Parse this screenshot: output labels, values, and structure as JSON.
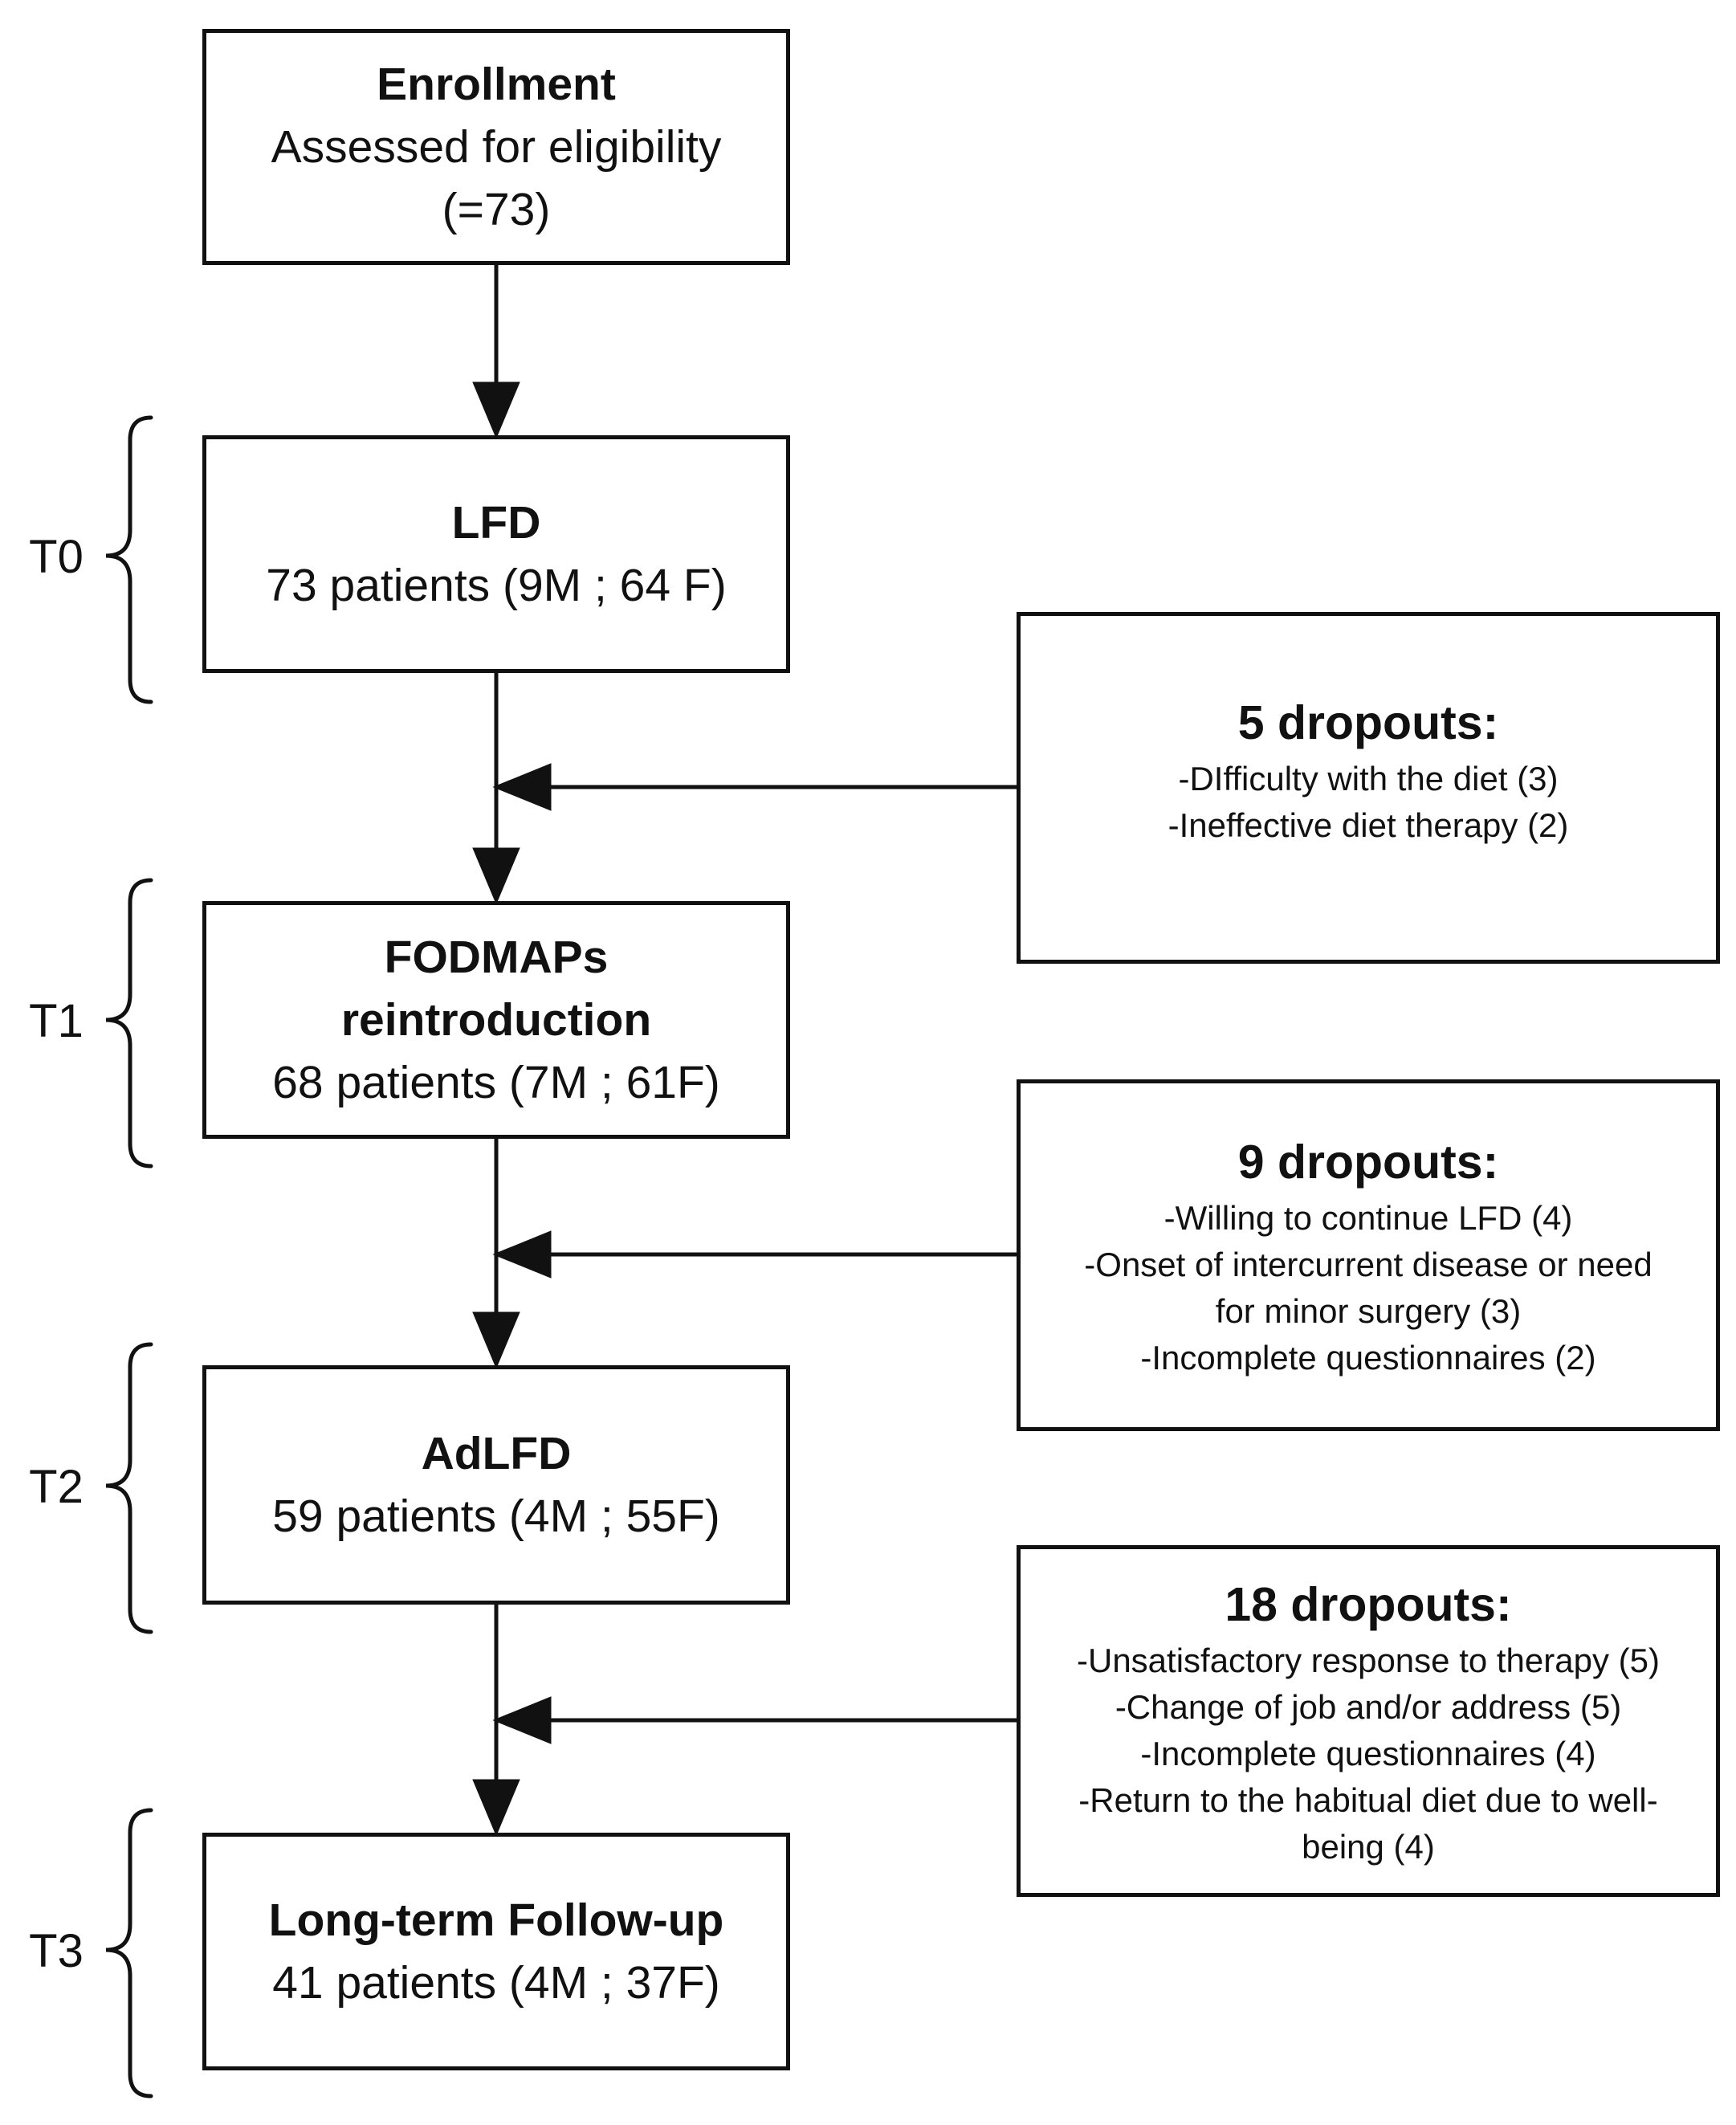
{
  "main_boxes": [
    {
      "title": "Enrollment",
      "lines": [
        "Assessed for eligibility",
        "(=73)"
      ]
    },
    {
      "title": "LFD",
      "lines": [
        "73 patients (9M ; 64 F)"
      ]
    },
    {
      "title": "FODMAPs\nreintroduction",
      "lines": [
        "68 patients (7M ; 61F)"
      ]
    },
    {
      "title": "AdLFD",
      "lines": [
        "59 patients (4M ; 55F)"
      ]
    },
    {
      "title": "Long-term Follow-up",
      "lines": [
        "41 patients (4M ; 37F)"
      ]
    }
  ],
  "dropout_boxes": [
    {
      "title": "5 dropouts:",
      "reasons": [
        "-DIfficulty with the diet (3)",
        "-Ineffective diet therapy (2)"
      ]
    },
    {
      "title": "9 dropouts:",
      "reasons": [
        "-Willing to continue LFD (4)",
        "-Onset of intercurrent disease or need",
        "for  minor surgery (3)",
        "-Incomplete questionnaires (2)"
      ]
    },
    {
      "title": "18 dropouts:",
      "reasons": [
        "-Unsatisfactory response to therapy (5)",
        "-Change of job and/or address (5)",
        "-Incomplete questionnaires (4)",
        "-Return to the habitual diet due to well-",
        "being (4)"
      ]
    }
  ],
  "phases": [
    "T0",
    "T1",
    "T2",
    "T3"
  ]
}
